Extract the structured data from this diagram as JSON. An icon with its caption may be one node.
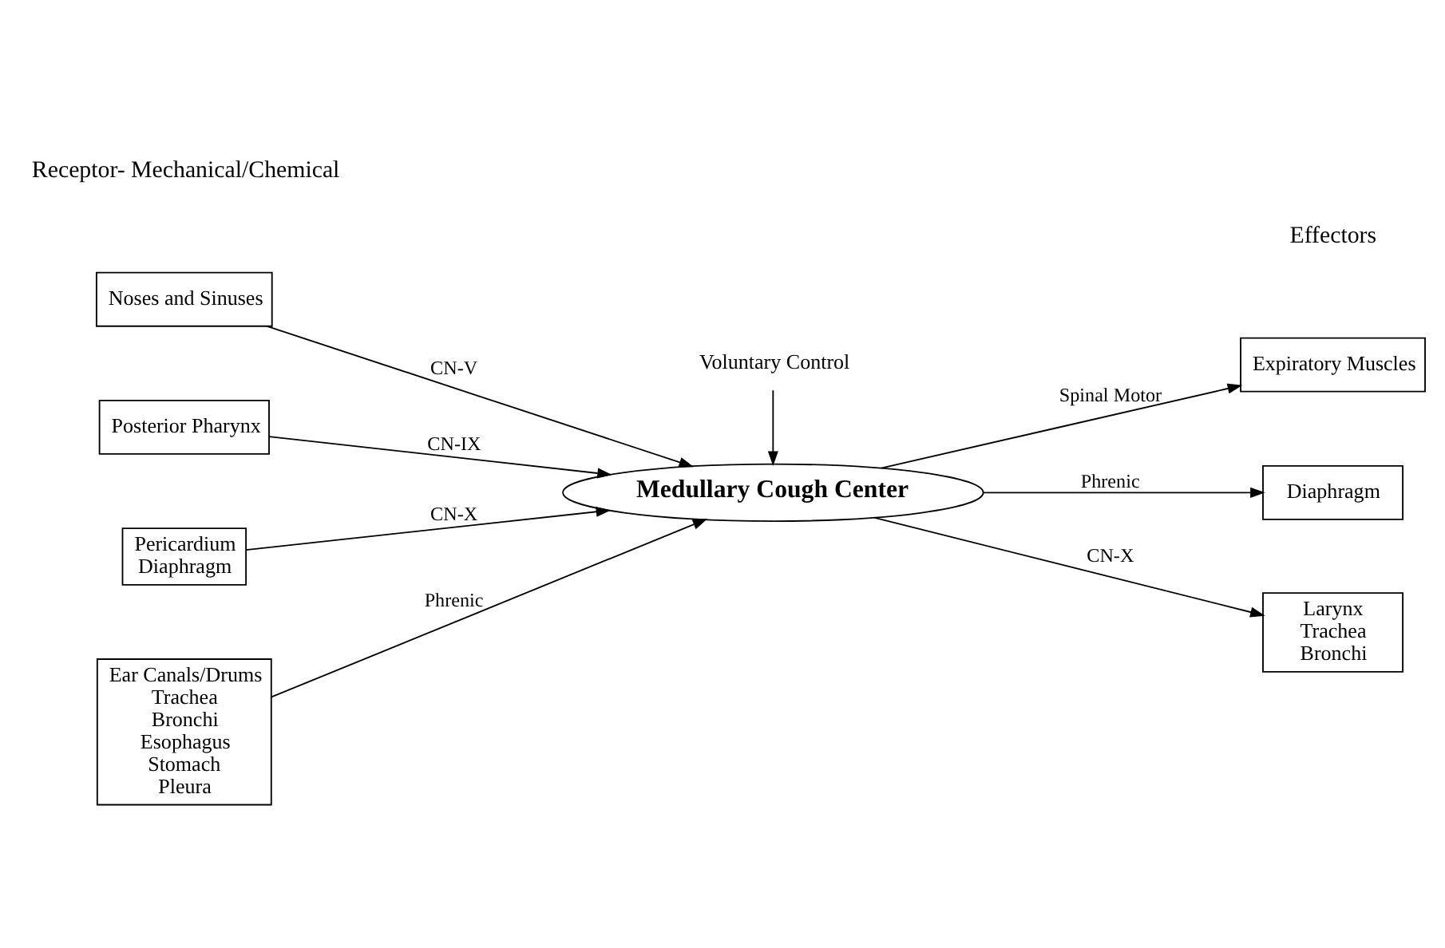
{
  "diagram": {
    "nodes": [
      {
        "text": [
          "Voluntary Control"
        ]
      },
      {
        "text": [
          "Noses and Sinuses"
        ]
      },
      {
        "text": [
          "Posterior Pharynx"
        ]
      },
      {
        "text": [
          "Pericardium",
          "Diaphragm"
        ]
      },
      {
        "text": [
          "Ear Canals/Drums",
          "Trachea",
          "Bronchi",
          "Esophagus",
          "Stomach",
          "Pleura"
        ]
      },
      {
        "text": [
          "Medullary Cough Center"
        ]
      },
      {
        "text": [
          "Expiratory Muscles"
        ]
      },
      {
        "text": [
          "Diaphragm"
        ]
      },
      {
        "text": [
          "Larynx",
          "Trachea",
          "Bronchi"
        ]
      }
    ],
    "edges": [
      {
        "from": 0,
        "to": 5,
        "arrow": "to"
      },
      {
        "from": 1,
        "to": 5,
        "arrow": "to",
        "label": "CN-V"
      },
      {
        "from": 2,
        "to": 5,
        "arrow": "to",
        "label": "CN-IX"
      },
      {
        "from": 3,
        "to": 5,
        "arrow": "to",
        "label": "CN-X"
      },
      {
        "from": 4,
        "to": 5,
        "arrow": "to",
        "label": "Phrenic"
      },
      {
        "from": 5,
        "to": 6,
        "arrow": "to",
        "label": "Spinal Motor"
      },
      {
        "from": 5,
        "to": 7,
        "arrow": "to",
        "label": "Phrenic"
      },
      {
        "from": 5,
        "to": 8,
        "arrow": "to",
        "label": "CN-X"
      }
    ],
    "labels": [
      "Receptor- Mechanical/Chemical",
      "Effectors"
    ]
  }
}
